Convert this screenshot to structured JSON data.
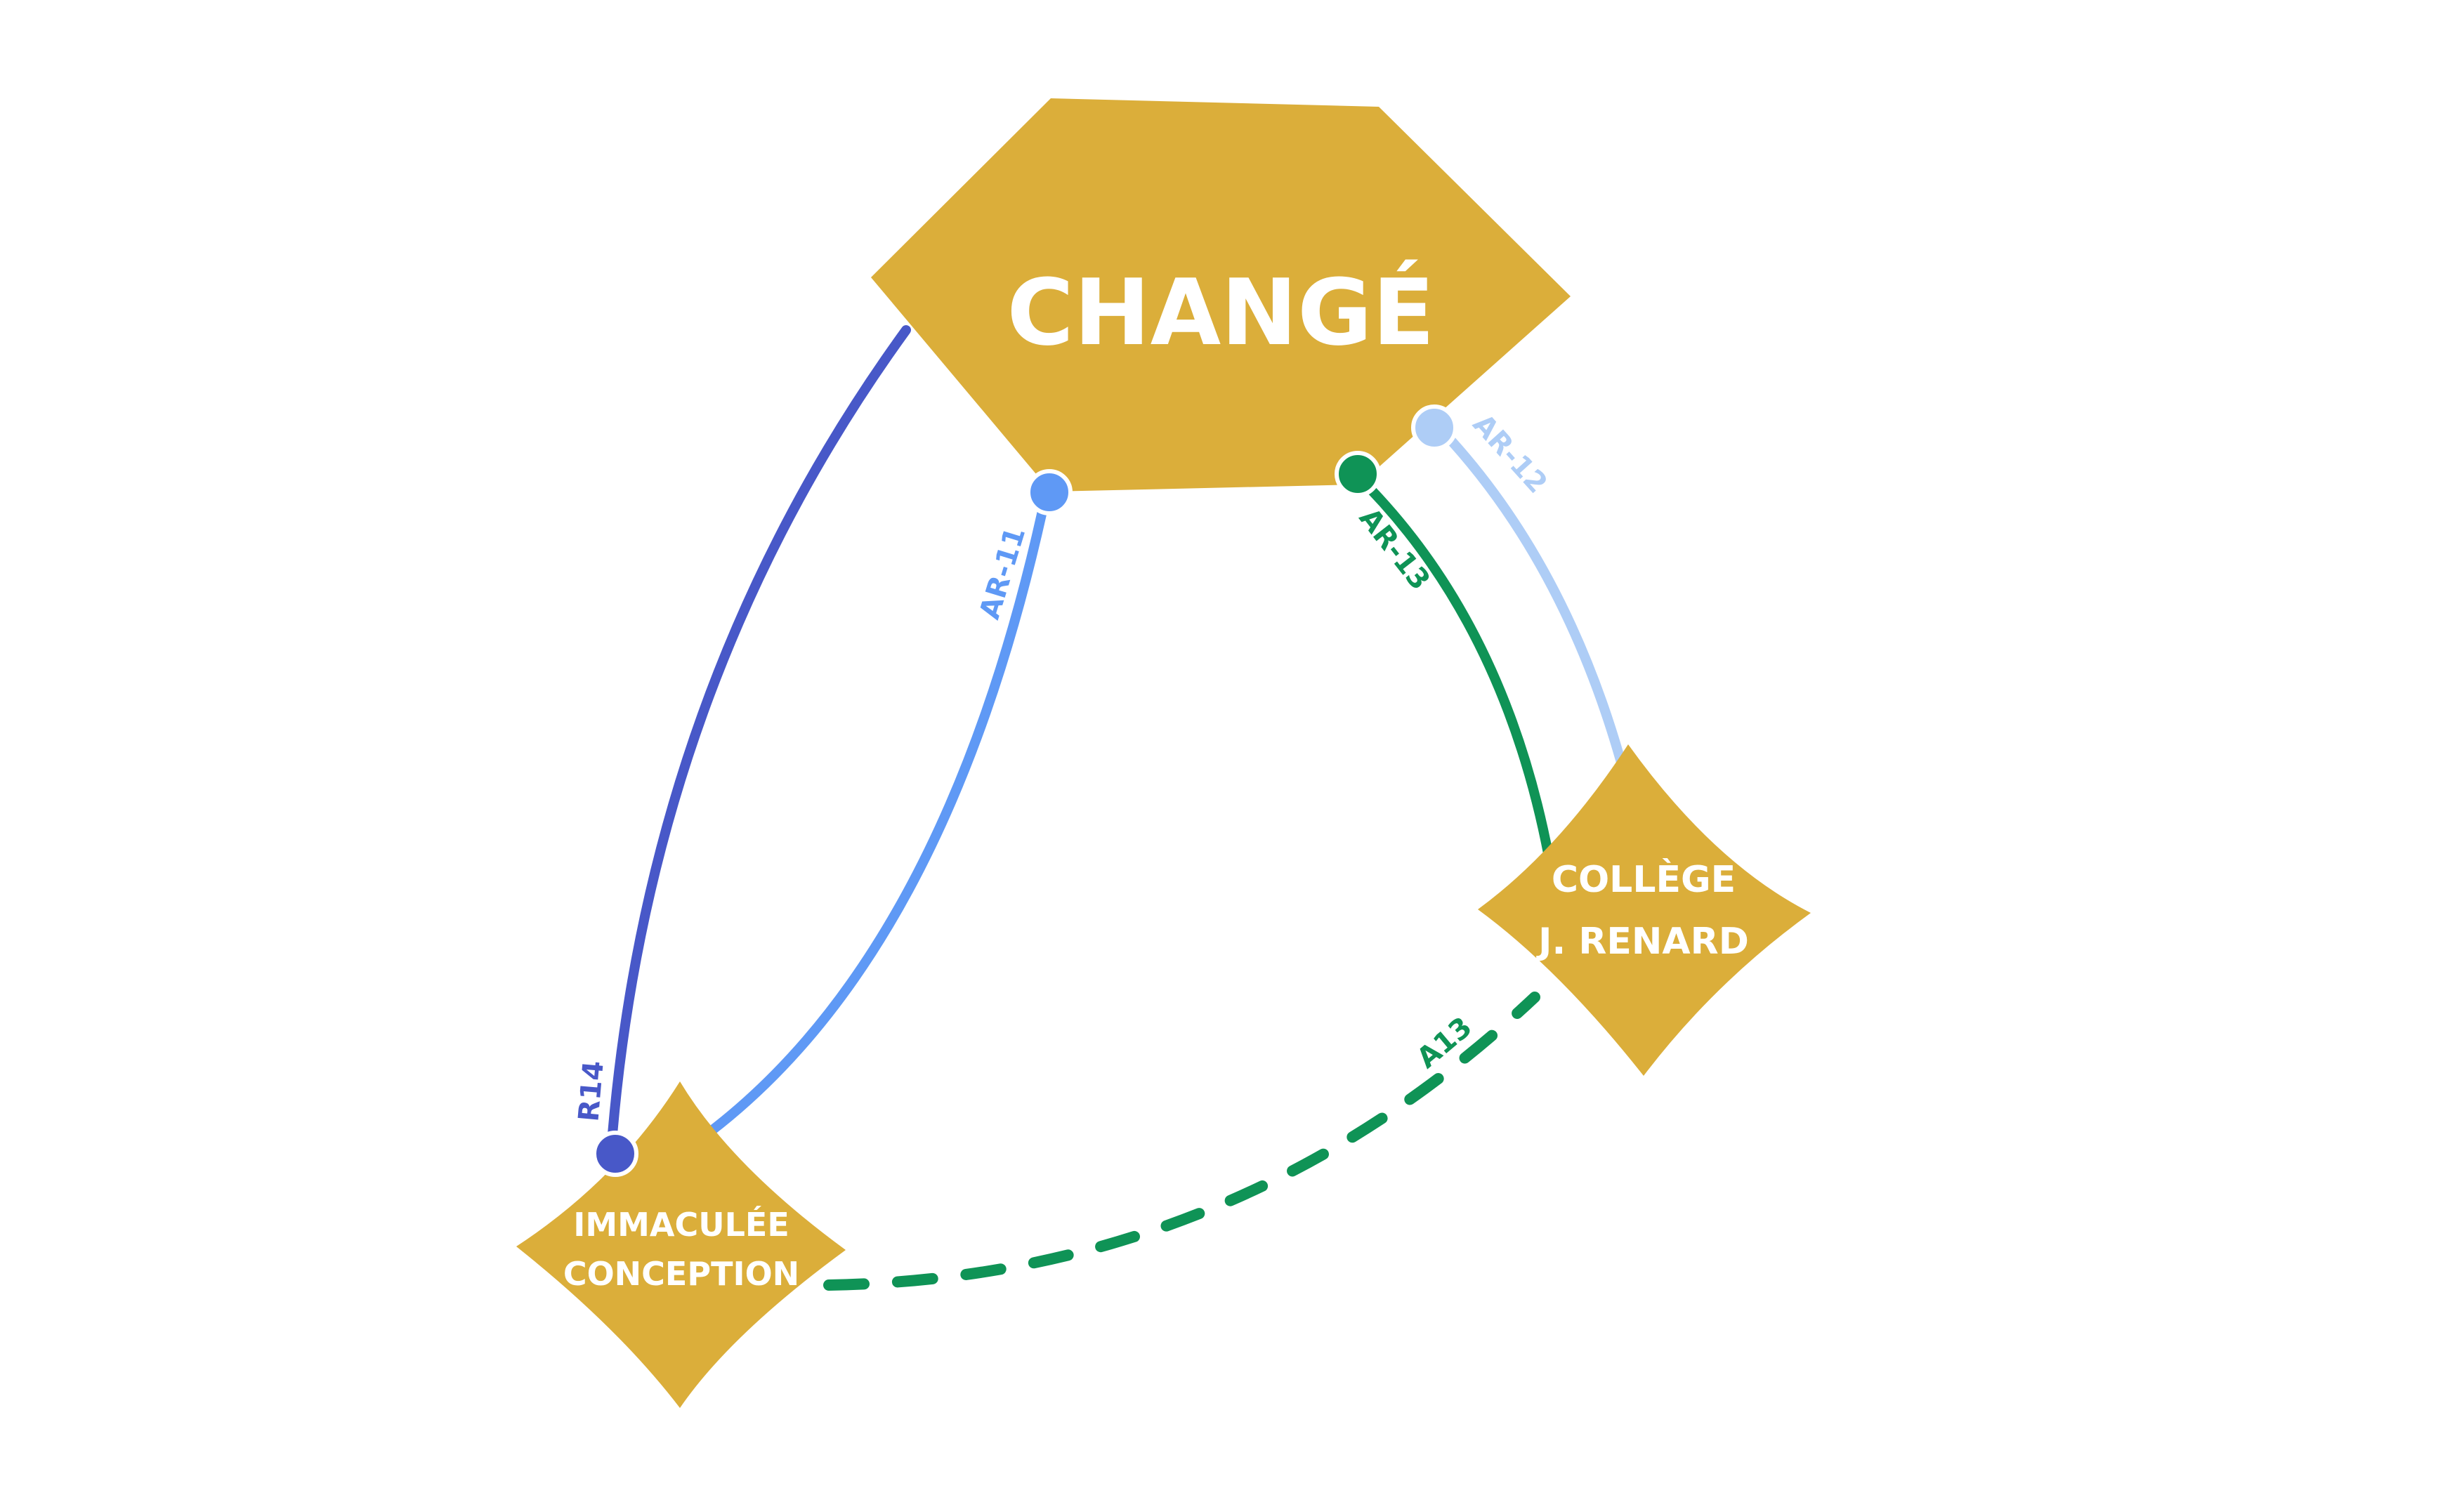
{
  "colors": {
    "node_fill": "#DBAE3A",
    "node_text": "#FFFFFF",
    "r14": "#4858C8",
    "ar11": "#5F99F5",
    "ar12": "#AECDF6",
    "ar13": "#0F9356",
    "a13": "#0F9356"
  },
  "nodes": {
    "change": {
      "label": "CHANGÉ"
    },
    "immaculee": {
      "label_line1": "IMMACULÉE",
      "label_line2": "CONCEPTION"
    },
    "college": {
      "label_line1": "COLLÈGE",
      "label_line2": "J. RENARD"
    }
  },
  "routes": {
    "r14": {
      "label": "R14",
      "style": "solid"
    },
    "ar11": {
      "label": "AR-11",
      "style": "solid"
    },
    "ar12": {
      "label": "AR-12",
      "style": "solid"
    },
    "ar13": {
      "label": "AR-13",
      "style": "solid"
    },
    "a13": {
      "label": "A13",
      "style": "dashed"
    }
  }
}
